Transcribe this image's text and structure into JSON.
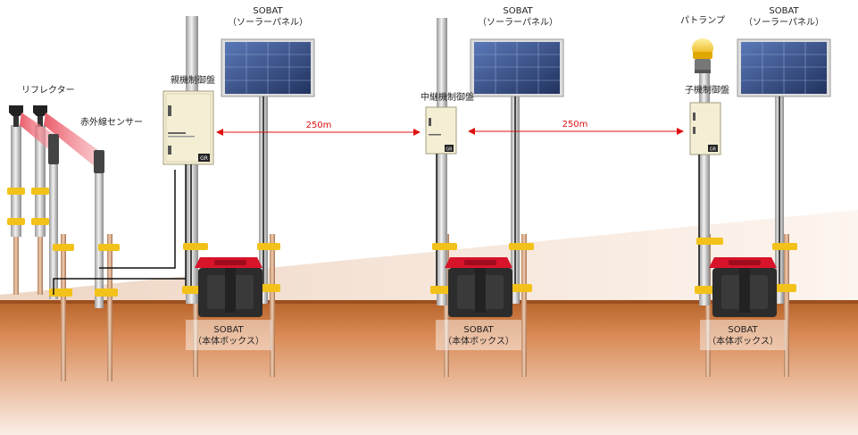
{
  "labels": {
    "reflector": "リフレクター",
    "ir_sensor": "赤外線センサー",
    "parent_controller": "親機制御盤",
    "relay_controller": "中継機制御盤",
    "child_controller": "子機制御盤",
    "patlamp": "パトランプ",
    "solar_name": "SOBAT",
    "solar_sub": "（ソーラーパネル）",
    "box_name": "SOBAT",
    "box_sub": "（本体ボックス）",
    "distance_1": "250m",
    "distance_2": "250m",
    "badge": "GR"
  },
  "colors": {
    "ground": "#c8733a",
    "ground_top": "#b8652c",
    "pole": "#c9c9c9",
    "clamp": "#f2c21a",
    "arrow": "#e01010",
    "battery_lid": "#d8142a"
  }
}
